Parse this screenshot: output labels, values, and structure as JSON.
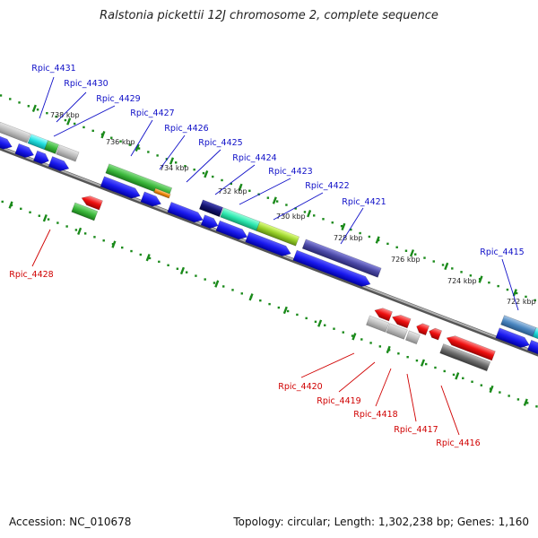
{
  "title": "Ralstonia pickettii 12J chromosome 2, complete sequence",
  "footer": {
    "accession": "Accession: NC_010678",
    "summary": "Topology: circular; Length: 1,302,238 bp; Genes: 1,160"
  },
  "colors": {
    "forward_label": "#1010c8",
    "reverse_label": "#d00000",
    "backbone": "#888888",
    "tick": "#1a8a1a"
  },
  "kbp_labels": [
    "738 kbp",
    "736 kbp",
    "734 kbp",
    "732 kbp",
    "730 kbp",
    "728 kbp",
    "726 kbp",
    "724 kbp",
    "722 kbp"
  ],
  "forward_genes": [
    "Rpic_4431",
    "Rpic_4430",
    "Rpic_4429",
    "Rpic_4427",
    "Rpic_4426",
    "Rpic_4425",
    "Rpic_4424",
    "Rpic_4423",
    "Rpic_4422",
    "Rpic_4421",
    "Rpic_4415"
  ],
  "reverse_genes": [
    "Rpic_4428",
    "Rpic_4420",
    "Rpic_4419",
    "Rpic_4418",
    "Rpic_4417",
    "Rpic_4416"
  ]
}
